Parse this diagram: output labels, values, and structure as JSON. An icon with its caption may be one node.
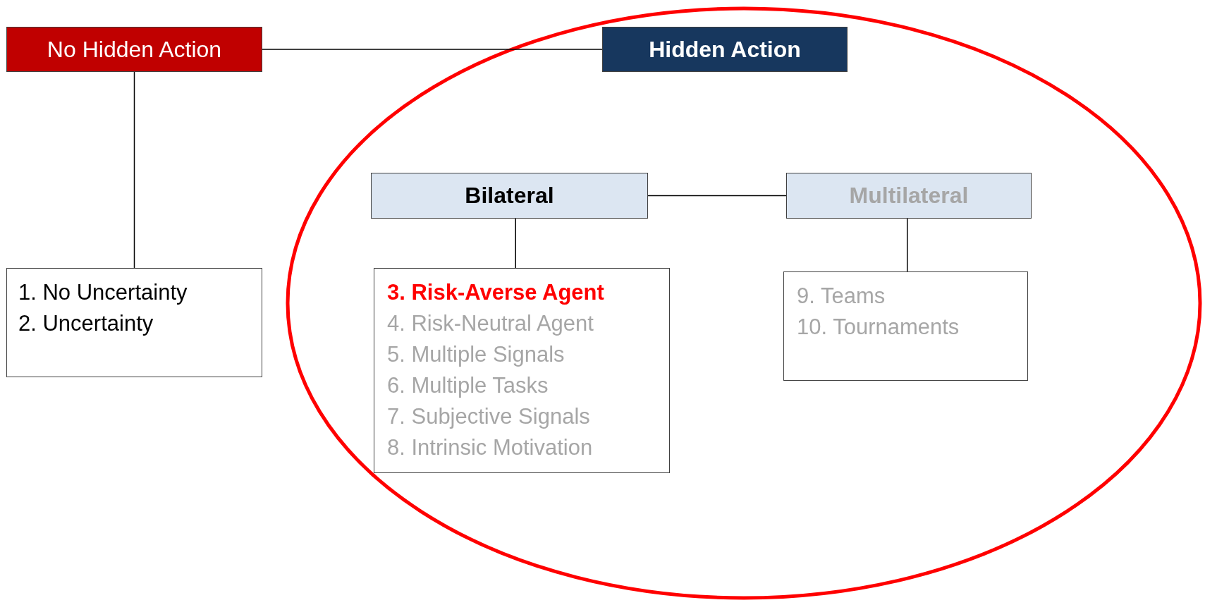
{
  "diagram": {
    "nodes": [
      {
        "text": [
          "No Hidden Action"
        ]
      },
      {
        "text": [
          "Hidden Action"
        ]
      },
      {
        "text": [
          "Bilateral"
        ]
      },
      {
        "text": [
          "Multilateral"
        ]
      },
      {
        "text": [
          "1. No Uncertainty",
          "2. Uncertainty"
        ]
      },
      {
        "text": [
          "3. Risk-Averse Agent",
          "4. Risk-Neutral Agent",
          "5. Multiple Signals",
          "6. Multiple Tasks",
          "7. Subjective Signals",
          "8. Intrinsic Motivation"
        ]
      },
      {
        "text": [
          "9. Teams",
          "10. Tournaments"
        ]
      }
    ],
    "edges": [
      {
        "from": 0,
        "to": 1,
        "arrow": "none"
      },
      {
        "from": 0,
        "to": 4,
        "arrow": "none"
      },
      {
        "from": 2,
        "to": 3,
        "arrow": "none"
      },
      {
        "from": 2,
        "to": 5,
        "arrow": "none"
      },
      {
        "from": 3,
        "to": 6,
        "arrow": "none"
      }
    ]
  }
}
